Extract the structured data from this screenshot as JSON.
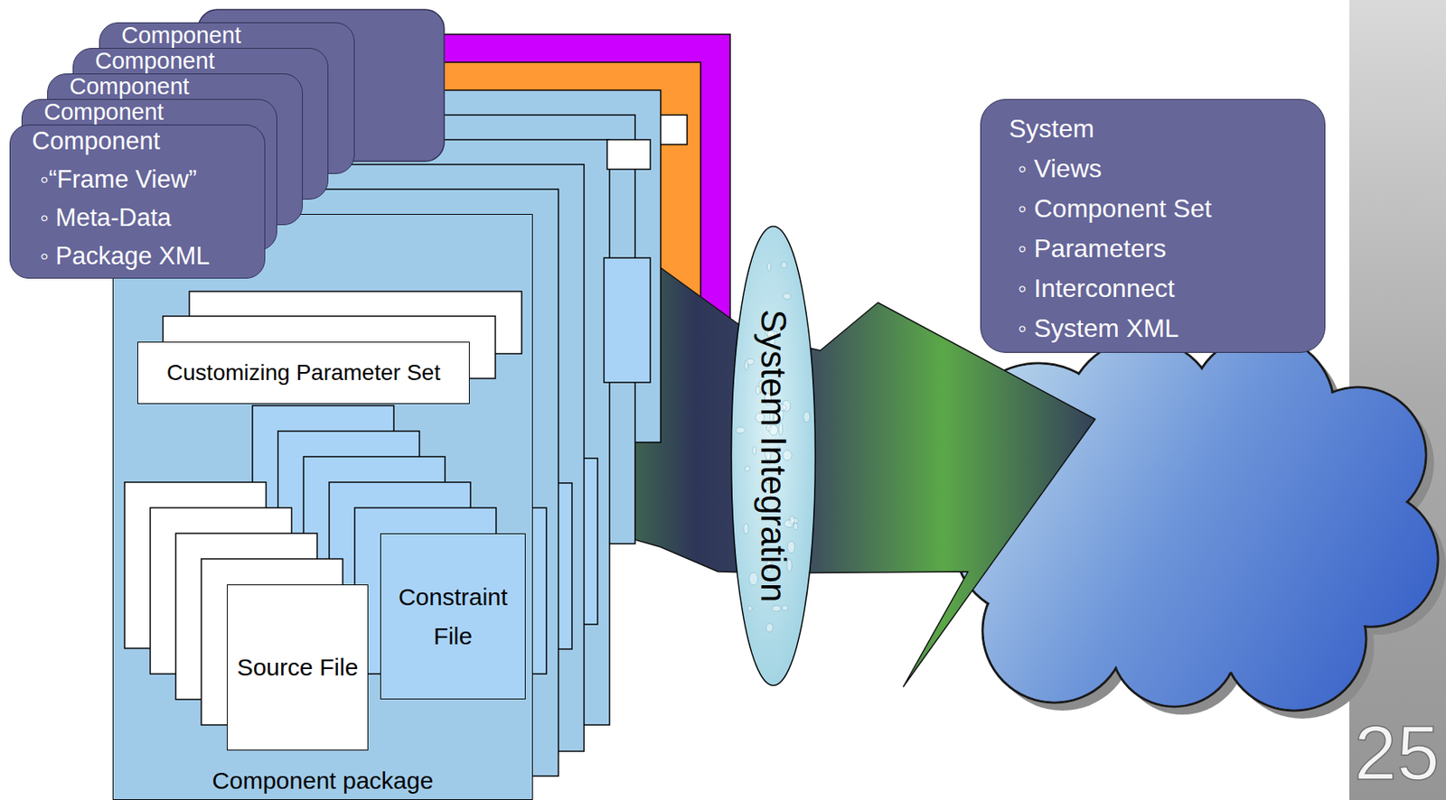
{
  "diagram": {
    "nodes": [
      {
        "text": [
          "Component package"
        ]
      },
      {
        "text": [
          "Customizing Parameter Set"
        ],
        "in": 0
      },
      {
        "text": [
          "Source File"
        ],
        "in": 0
      },
      {
        "text": [
          "Constraint File"
        ],
        "in": 0
      },
      {
        "text": [
          "Component"
        ]
      },
      {
        "text": [
          "Component"
        ]
      },
      {
        "text": [
          "Component"
        ]
      },
      {
        "text": [
          "Component"
        ]
      },
      {
        "text": [
          "Component",
          "◦“Frame View”",
          "◦ Meta-Data",
          "◦ Package XML"
        ]
      },
      {
        "text": [
          "System Integration"
        ]
      },
      {
        "text": [
          "System",
          "◦ Views",
          "◦ Component Set",
          "◦ Parameters",
          "◦ Interconnect",
          "◦ System XML"
        ]
      }
    ],
    "edges": [
      {
        "from": 0,
        "to": 9,
        "arrow": "none"
      },
      {
        "from": 9,
        "to": 10,
        "arrow": "to"
      }
    ],
    "labels": [
      "25"
    ]
  }
}
